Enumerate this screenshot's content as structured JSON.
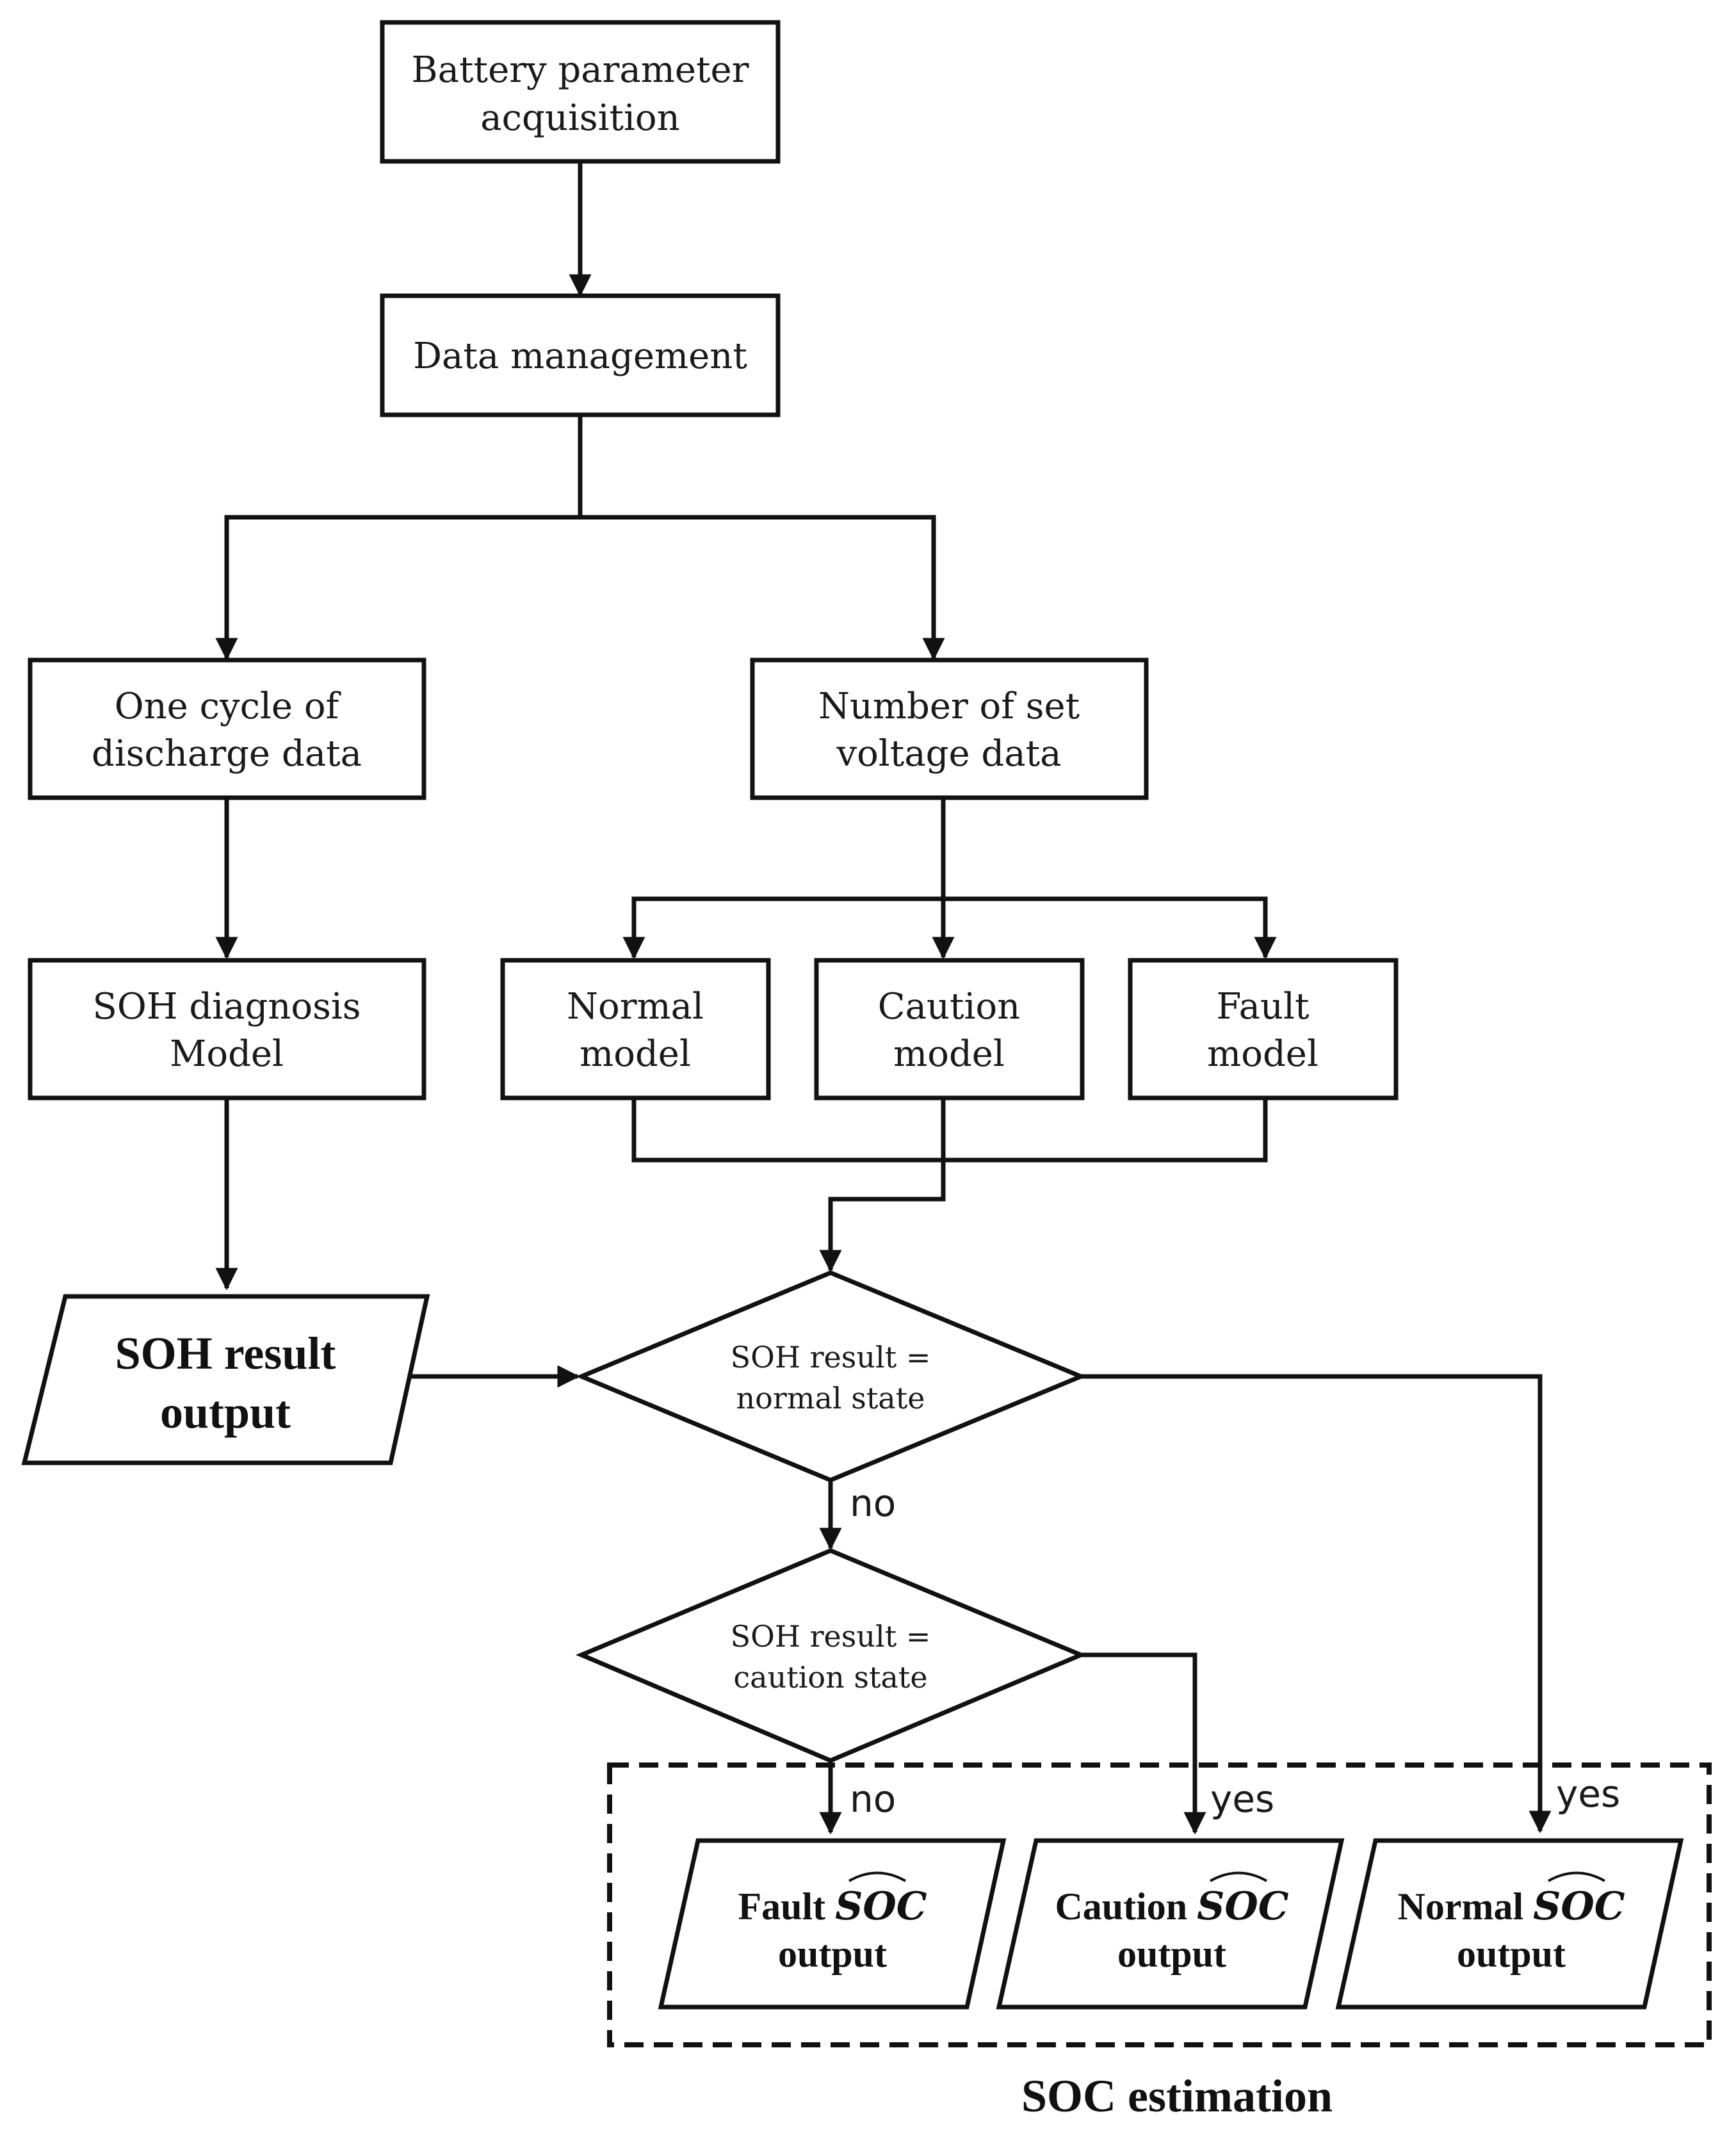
{
  "nodes": {
    "acquisition": {
      "line1": "Battery parameter",
      "line2": "acquisition"
    },
    "data_management": {
      "label": "Data management"
    },
    "discharge": {
      "line1": "One cycle of",
      "line2": "discharge data"
    },
    "voltage": {
      "line1": "Number of set",
      "line2": "voltage data"
    },
    "soh_model": {
      "line1": "SOH diagnosis",
      "line2": "Model"
    },
    "normal_model": {
      "line1": "Normal",
      "line2": "model"
    },
    "caution_model": {
      "line1": "Caution",
      "line2": "model"
    },
    "fault_model": {
      "line1": "Fault",
      "line2": "model"
    },
    "soh_output": {
      "line1": "SOH result",
      "line2": "output"
    },
    "decision_normal": {
      "line1": "SOH result =",
      "line2": "normal state"
    },
    "decision_caution": {
      "line1": "SOH result =",
      "line2": "caution state"
    },
    "fault_out": {
      "word": "Fault",
      "soc": "SOC",
      "line2": "output"
    },
    "caution_out": {
      "word": "Caution",
      "soc": "SOC",
      "line2": "output"
    },
    "normal_out": {
      "word": "Normal",
      "soc": "SOC",
      "line2": "output"
    }
  },
  "edges": {
    "no_1": "no",
    "no_2": "no",
    "yes_caution": "yes",
    "yes_normal": "yes"
  },
  "group": {
    "title": "SOC estimation"
  }
}
